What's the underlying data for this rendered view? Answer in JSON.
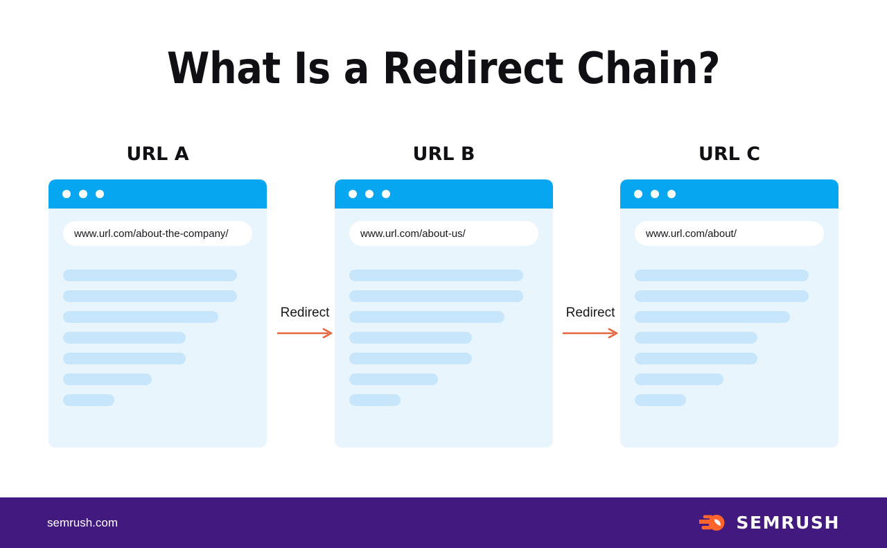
{
  "title": "What Is a Redirect Chain?",
  "colors": {
    "background": "#ffffff",
    "browser_bar": "#06a7f0",
    "card_body": "#e8f5fd",
    "placeholder_line": "#c8e6fb",
    "arrow": "#e5653f",
    "footer": "#41197f",
    "logo_mark": "#ff642d",
    "text": "#0f0f14"
  },
  "diagram": {
    "columns": [
      {
        "label": "URL A",
        "url": "www.url.com/about-the-company/",
        "dots": [
          "dot",
          "dot",
          "dot"
        ],
        "line_widths": [
          "92%",
          "92%",
          "82%",
          "65%",
          "65%",
          "47%",
          "27%"
        ]
      },
      {
        "label": "URL B",
        "url": "www.url.com/about-us/",
        "dots": [
          "dot",
          "dot",
          "dot"
        ],
        "line_widths": [
          "92%",
          "92%",
          "82%",
          "65%",
          "65%",
          "47%",
          "27%"
        ]
      },
      {
        "label": "URL C",
        "url": "www.url.com/about/",
        "dots": [
          "dot",
          "dot",
          "dot"
        ],
        "line_widths": [
          "92%",
          "92%",
          "82%",
          "65%",
          "65%",
          "47%",
          "27%"
        ]
      }
    ],
    "connectors": [
      {
        "label": "Redirect"
      },
      {
        "label": "Redirect"
      }
    ]
  },
  "footer": {
    "site": "semrush.com",
    "brand": "SEMRUSH"
  }
}
